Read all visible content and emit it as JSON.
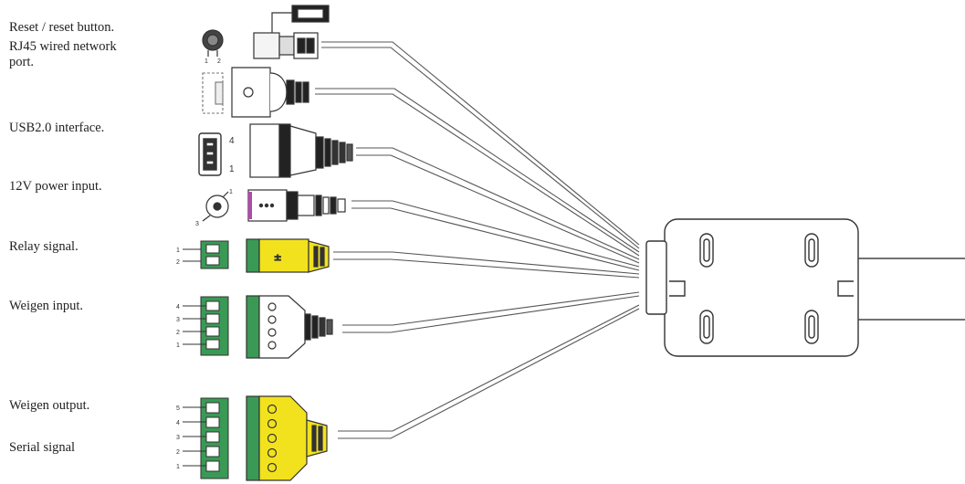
{
  "labels": {
    "reset": "Reset / reset button.",
    "rj45": "RJ45 wired network\nport.",
    "usb": "USB2.0 interface.",
    "power": "12V power input.",
    "relay": "Relay signal.",
    "weigen_in": "Weigen input.",
    "weigen_out": "Weigen output.",
    "serial": "Serial signal"
  },
  "pins": {
    "reset": [
      "1",
      "2"
    ],
    "usb": [
      "4",
      "1"
    ],
    "power": [
      "1",
      "3"
    ],
    "relay": [
      "1",
      "2"
    ],
    "weigen_in": [
      "4",
      "3",
      "2",
      "1"
    ],
    "weigen_out": [
      "5",
      "4",
      "3",
      "2",
      "1"
    ]
  },
  "colors": {
    "terminal_green": "#3a9a55",
    "connector_yellow": "#f2e21e",
    "power_accent": "#b04aa8",
    "line": "#444444"
  }
}
